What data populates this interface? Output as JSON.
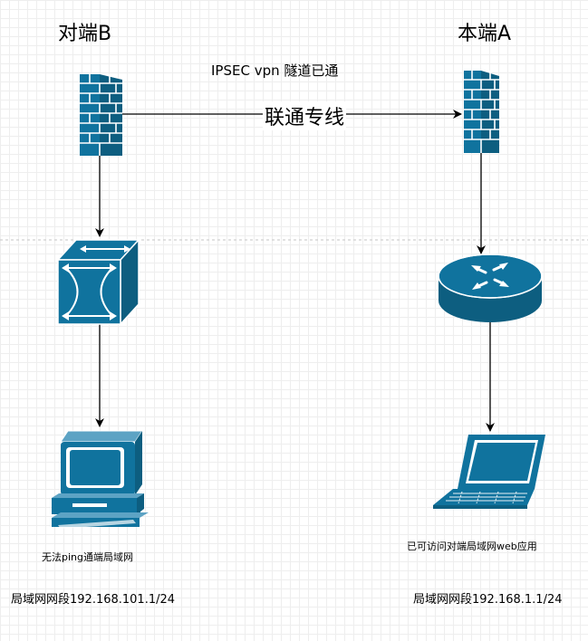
{
  "colors": {
    "device": "#10739E",
    "device_light": "#5DA3C4",
    "line": "#000000"
  },
  "nodes": {
    "remote": {
      "title": "对端B",
      "status": "无法ping通端局域网",
      "segment": "局域网网段192.168.101.1/24"
    },
    "local": {
      "title": "本端A",
      "status": "已可访问对端局域网web应用",
      "segment": "局域网网段192.168.1.1/24"
    }
  },
  "links": {
    "vpn_label": "IPSEC vpn 隧道已通",
    "line_label": "联通专线"
  },
  "icons": [
    "firewall-icon",
    "switch-icon",
    "router-icon",
    "desktop-pc-icon",
    "laptop-icon"
  ]
}
